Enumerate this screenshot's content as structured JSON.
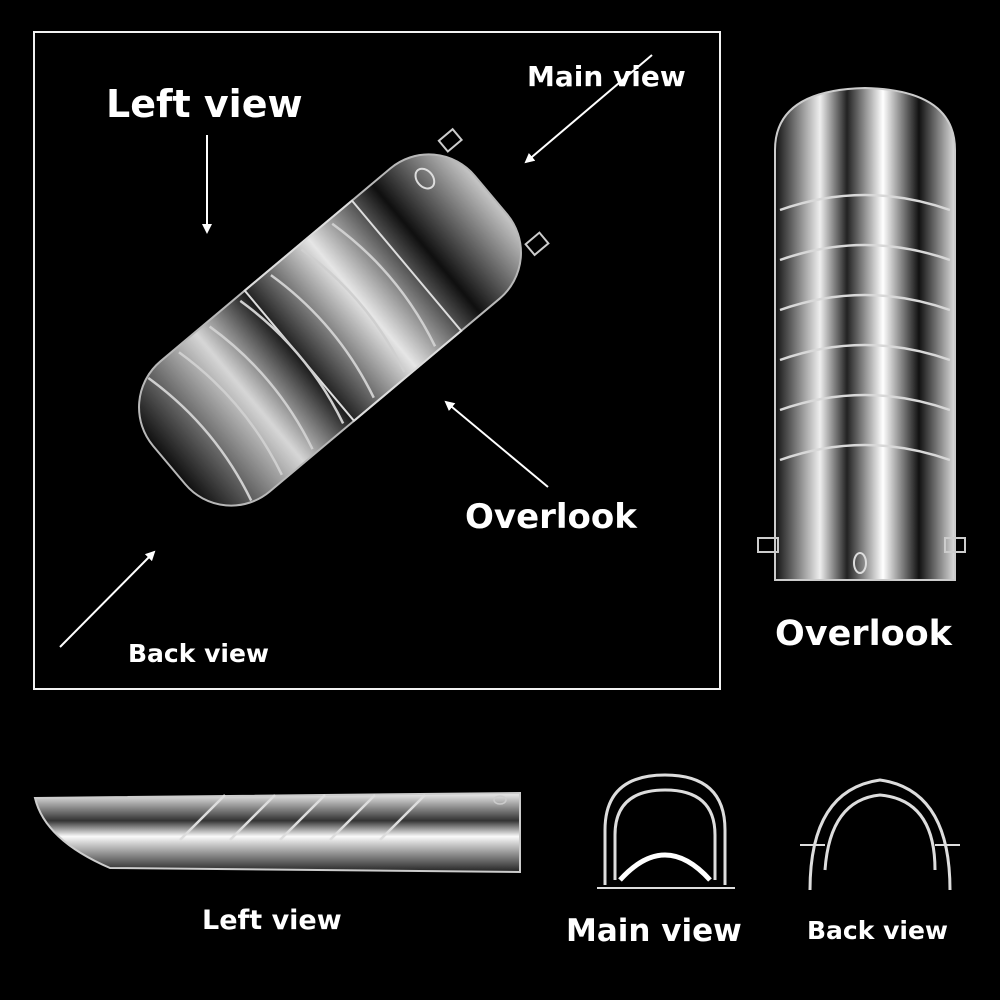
{
  "labels": {
    "left_view_main": "Left view",
    "main_view_main": "Main view",
    "overlook_main": "Overlook",
    "back_view_main": "Back view",
    "overlook_right": "Overlook",
    "left_view_bottom": "Left view",
    "main_view_bottom": "Main view",
    "back_view_bottom": "Back view"
  },
  "colors": {
    "background": "#000000",
    "outline": "#f2f2f2",
    "tip_highlight": "#ffffff"
  }
}
